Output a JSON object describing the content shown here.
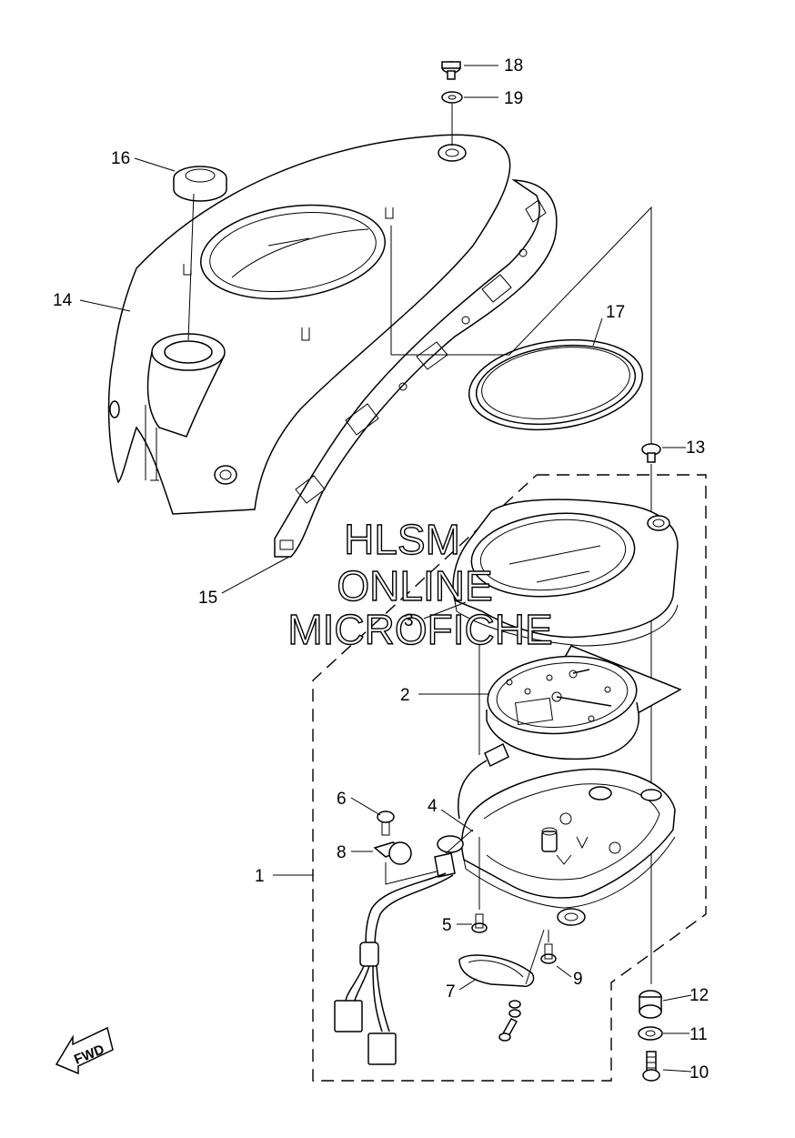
{
  "watermark": {
    "line1": "HLSM",
    "line2": "ONLINE",
    "line3": "MICROFICHE"
  },
  "direction_badge": {
    "label": "FWD"
  },
  "callouts": [
    {
      "num": "1"
    },
    {
      "num": "2"
    },
    {
      "num": "3"
    },
    {
      "num": "4"
    },
    {
      "num": "5"
    },
    {
      "num": "6"
    },
    {
      "num": "7"
    },
    {
      "num": "8"
    },
    {
      "num": "9"
    },
    {
      "num": "10"
    },
    {
      "num": "11"
    },
    {
      "num": "12"
    },
    {
      "num": "13"
    },
    {
      "num": "14"
    },
    {
      "num": "15"
    },
    {
      "num": "16"
    },
    {
      "num": "17"
    },
    {
      "num": "18"
    },
    {
      "num": "19"
    }
  ]
}
